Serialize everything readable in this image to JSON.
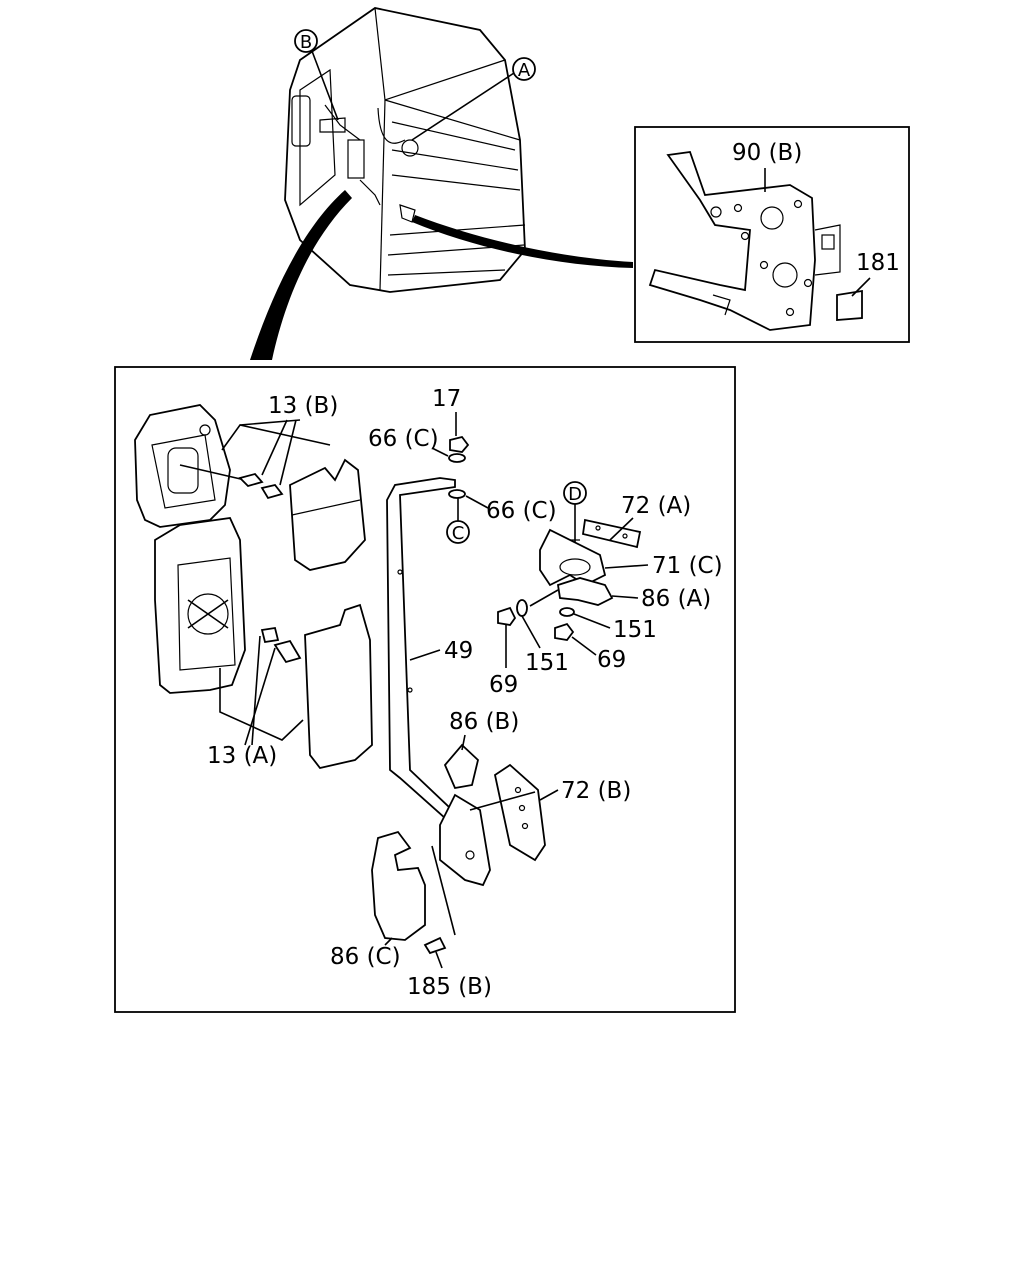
{
  "callouts": {
    "top": {
      "B": "B",
      "A": "A"
    },
    "bracket_panel": {
      "bracket": "90 (B)",
      "square": "181"
    },
    "main": {
      "13B": "13 (B)",
      "13A": "13 (A)",
      "17": "17",
      "66C_top": "66 (C)",
      "66C_mid": "66 (C)",
      "C": "C",
      "D": "D",
      "72A": "72 (A)",
      "71C": "71 (C)",
      "86A": "86 (A)",
      "151_right": "151",
      "69_right": "69",
      "151_left": "151",
      "69_left": "69",
      "49": "49",
      "86B": "86 (B)",
      "72B": "72 (B)",
      "86C": "86 (C)",
      "185B": "185 (B)"
    }
  }
}
